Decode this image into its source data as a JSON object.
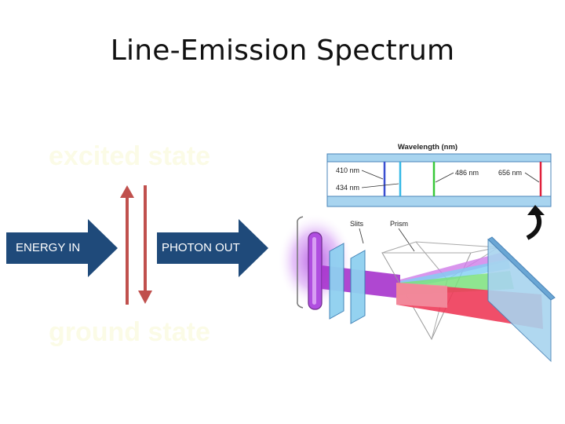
{
  "slide": {
    "title": "Line-Emission Spectrum",
    "excited_label": "excited state",
    "ground_label": "ground state",
    "energy_in_label": "ENERGY IN",
    "photon_out_label": "PHOTON OUT"
  },
  "spectroscope": {
    "axis_title": "Wavelength (nm)",
    "lines": [
      {
        "label": "410 nm",
        "color": "#3a4fd0"
      },
      {
        "label": "434 nm",
        "color": "#35b8e6"
      },
      {
        "label": "486 nm",
        "color": "#38c83a"
      },
      {
        "label": "656 nm",
        "color": "#e0203c"
      }
    ],
    "slits_label": "Slits",
    "prism_label": "Prism"
  },
  "colors": {
    "arrow_fill": "#1f4a7a",
    "transition_arrow": "#c0504d",
    "state_text": "#fbfbe6",
    "tube": "#b04ee0"
  }
}
